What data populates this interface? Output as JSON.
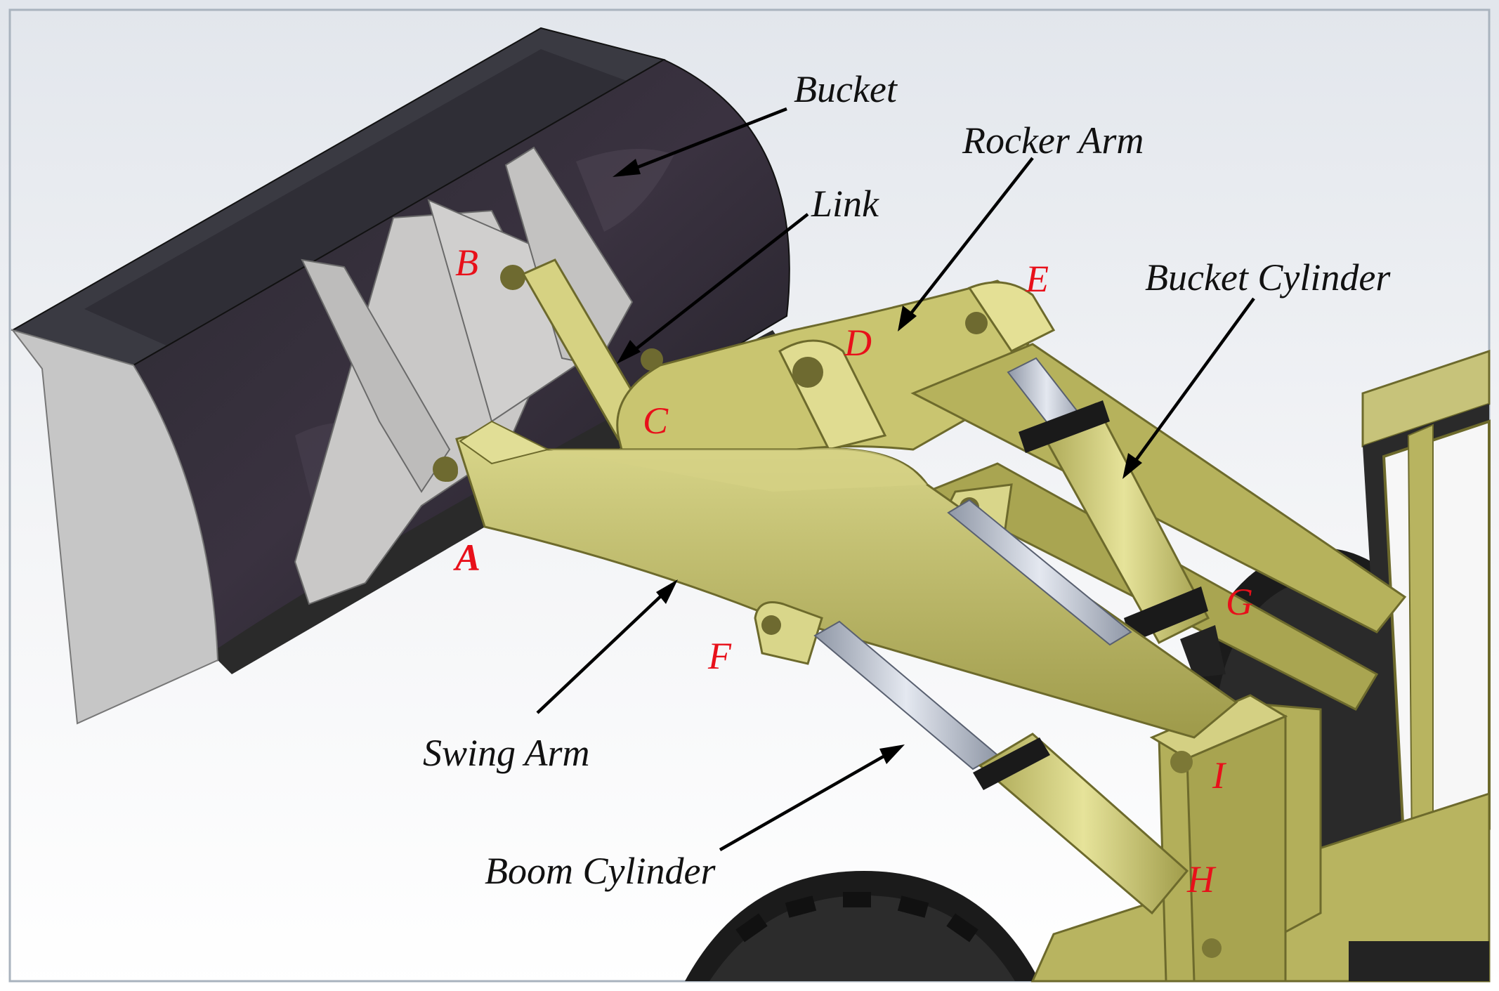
{
  "colors": {
    "background_top": "#e2e6ec",
    "background_bottom": "#ffffff",
    "frame": "#a9b3be",
    "arm_yellow": "#b8b460",
    "arm_yellow_light": "#d9d68a",
    "arm_edge": "#6d6a2c",
    "bucket_dark": "#2b2a30",
    "bucket_highlight": "#4a4150",
    "blade_grey": "#c6c6c6",
    "plate_grey": "#c9c8c7",
    "rod_silver": "#bfc6d3",
    "tire_black": "#1b1b1b",
    "label_text": "#111111",
    "joint_label": "#e8101a"
  },
  "part_labels": {
    "bucket": "Bucket",
    "rocker_arm": "Rocker Arm",
    "link": "Link",
    "bucket_cylinder": "Bucket Cylinder",
    "swing_arm": "Swing Arm",
    "boom_cylinder": "Boom Cylinder"
  },
  "joint_labels": {
    "a": "A",
    "b": "B",
    "c": "C",
    "d": "D",
    "e": "E",
    "f": "F",
    "g": "G",
    "h": "H",
    "i": "I"
  }
}
